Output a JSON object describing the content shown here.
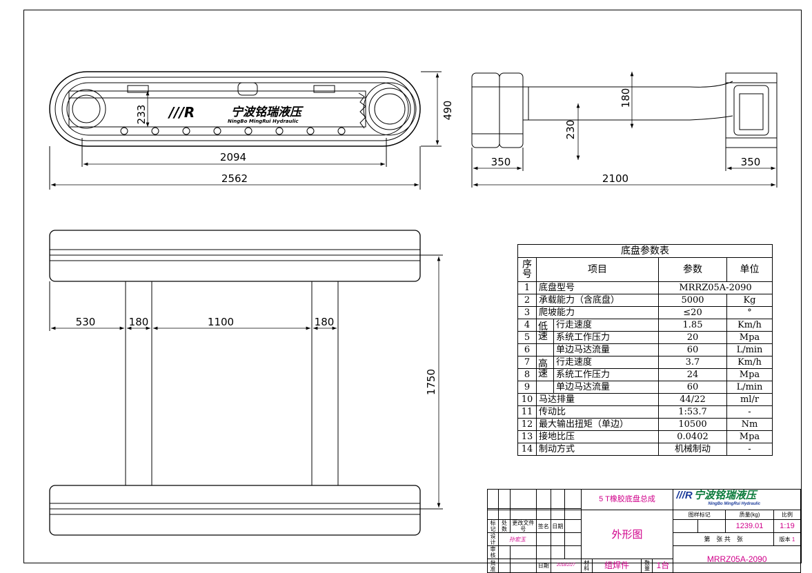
{
  "dimensions": {
    "side_view": {
      "d490": "490",
      "d233": "233",
      "d2094": "2094",
      "d2562": "2562"
    },
    "end_view": {
      "d180": "180",
      "d230": "230",
      "d350_left": "350",
      "d350_right": "350",
      "d2100": "2100"
    },
    "top_view": {
      "d530": "530",
      "d180a": "180",
      "d1100": "1100",
      "d180b": "180",
      "d1750": "1750"
    }
  },
  "logo": {
    "mark": "///R",
    "name_cn": "宁波铭瑞液压",
    "name_en": "NingBo MingRui Hydraulic"
  },
  "param_table": {
    "title": "底盘参数表",
    "headers": {
      "seq": "序号",
      "item": "项目",
      "value": "参数",
      "unit": "单位"
    },
    "rows": [
      {
        "no": "1",
        "item": "底盘型号",
        "value": "MRRZ05A-2090",
        "unit": ""
      },
      {
        "no": "2",
        "item": "承载能力（含底盘）",
        "value": "5000",
        "unit": "Kg"
      },
      {
        "no": "3",
        "item": "爬坡能力",
        "value": "≤20",
        "unit": "°"
      },
      {
        "no": "4",
        "item": "行走速度",
        "value": "1.85",
        "unit": "Km/h"
      },
      {
        "no": "5",
        "item": "系统工作压力",
        "value": "20",
        "unit": "Mpa"
      },
      {
        "no": "6",
        "item": "单边马达流量",
        "value": "60",
        "unit": "L/min"
      },
      {
        "no": "7",
        "item": "行走速度",
        "value": "3.7",
        "unit": "Km/h"
      },
      {
        "no": "8",
        "item": "系统工作压力",
        "value": "24",
        "unit": "Mpa"
      },
      {
        "no": "9",
        "item": "单边马达流量",
        "value": "60",
        "unit": "L/min"
      },
      {
        "no": "10",
        "item": "马达排量",
        "value": "44/22",
        "unit": "ml/r"
      },
      {
        "no": "11",
        "item": "传动比",
        "value": "1:53.7",
        "unit": "-"
      },
      {
        "no": "12",
        "item": "最大输出扭矩（单边）",
        "value": "10500",
        "unit": "Nm"
      },
      {
        "no": "13",
        "item": "接地比压",
        "value": "0.0402",
        "unit": "Mpa"
      },
      {
        "no": "14",
        "item": "制动方式",
        "value": "机械制动",
        "unit": "-"
      }
    ],
    "low_speed_label": "低速",
    "high_speed_label": "高速"
  },
  "title_block": {
    "assembly_name": "5 T橡胶底盘总成",
    "drawing_name": "外形图",
    "material_label": "材料",
    "material_value": "组焊件",
    "qty_label": "数量",
    "qty_value": "1台",
    "drawing_number": "MRRZ05A-2090",
    "mark_label": "图样标记",
    "mass_label": "质量(kg)",
    "scale_label": "比例",
    "mass_value": "1239.01",
    "scale_value": "1:19",
    "sheet_text": "第　张 共　张",
    "version_label": "版本",
    "version_value": "1",
    "rev_headers": [
      "标记",
      "处数",
      "更改文件号",
      "签名",
      "日期"
    ],
    "design_label": "设计",
    "designer_signature": "孙宏玉",
    "review_label": "审核",
    "approve_label": "批准",
    "date_label": "日期",
    "date_value": "2018/2/27"
  }
}
